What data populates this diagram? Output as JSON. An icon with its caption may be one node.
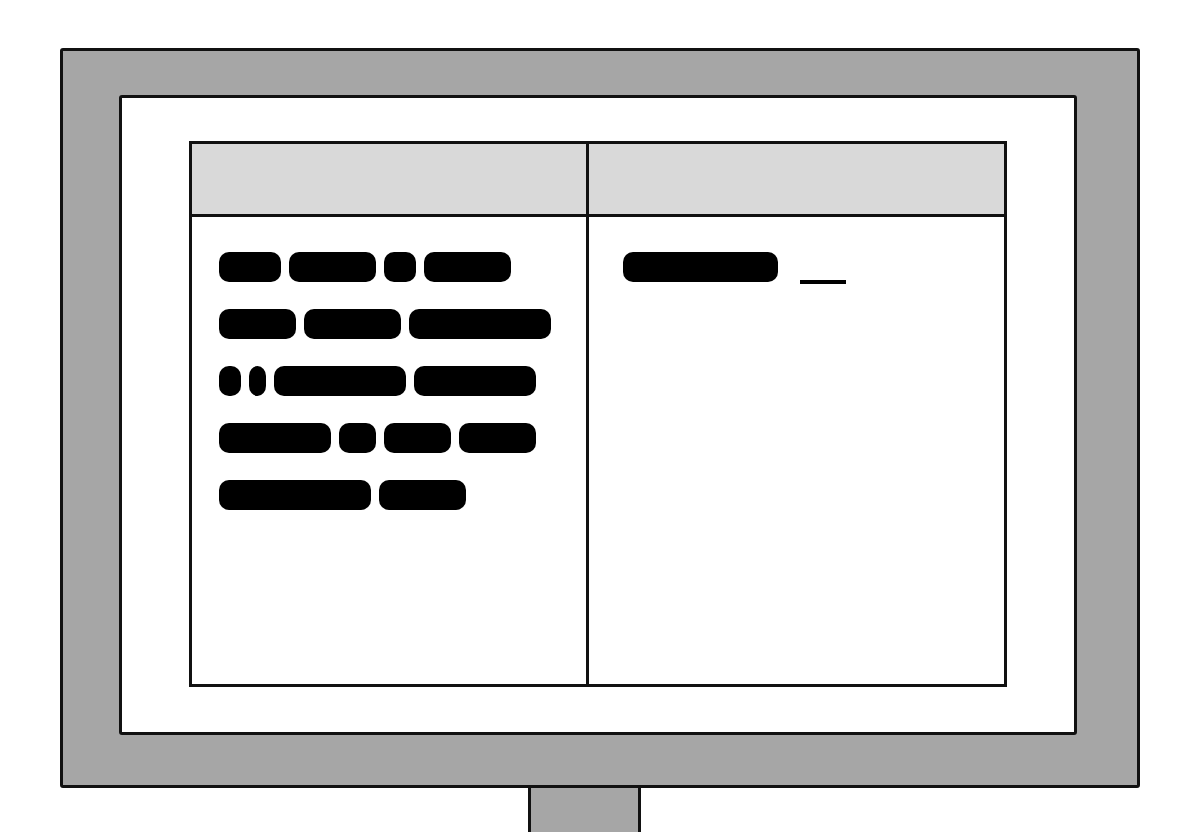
{
  "diagram": {
    "nodes": [
      {
        "text": [],
        "shape": "box"
      },
      {
        "text": [],
        "shape": "box",
        "in": 0
      },
      {
        "text": [],
        "shape": "box",
        "in": 1
      },
      {
        "text": [],
        "shape": "box",
        "in": 1
      },
      {
        "text": [],
        "shape": "box",
        "in": 1
      },
      {
        "text": [],
        "shape": "box",
        "in": 1
      },
      {
        "text": [],
        "shape": "box"
      }
    ]
  }
}
